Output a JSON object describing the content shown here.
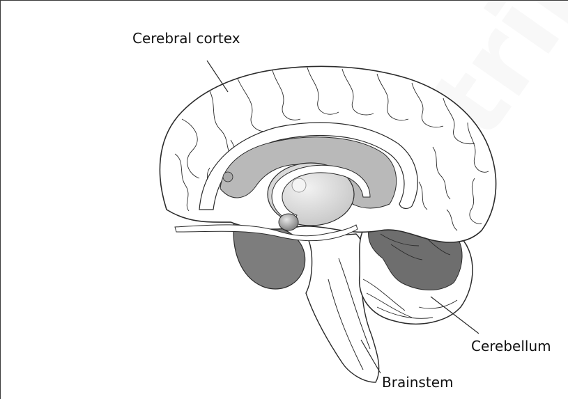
{
  "labels": {
    "cortex": "Cerebral cortex",
    "cerebellum": "Cerebellum",
    "brainstem": "Brainstem"
  },
  "watermark": "distrib",
  "colors": {
    "outline": "#2b2b2b",
    "cerebellum_highlight": "#6e6e6e",
    "ventricle_gray": "#b9b9b9",
    "pituitary_gray": "#7d7d7d",
    "background": "#ffffff"
  }
}
